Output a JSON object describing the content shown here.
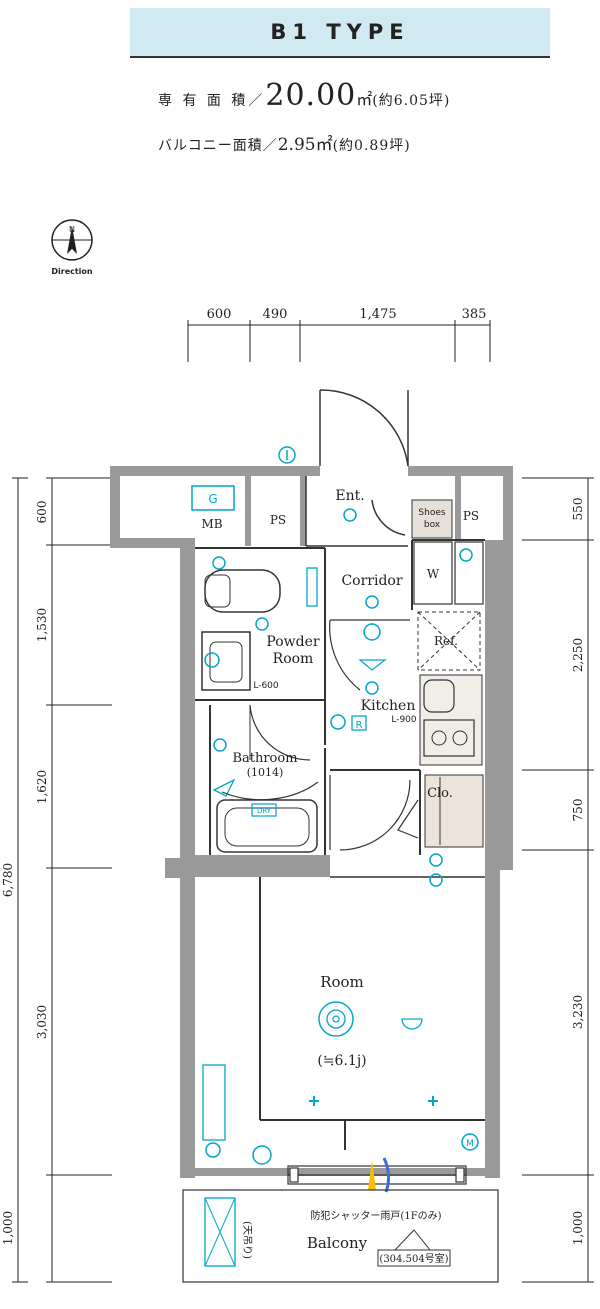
{
  "title": "B1 TYPE",
  "area": {
    "exclusive_label": "専 有 面 積／",
    "exclusive_value": "20.00",
    "exclusive_unit": "㎡",
    "exclusive_tsubo": "(約6.05坪)",
    "balcony_label": "バルコニー面積／",
    "balcony_value": "2.95㎡",
    "balcony_tsubo": "(約0.89坪)"
  },
  "compass": {
    "north": "N",
    "caption": "Direction"
  },
  "dims_top": [
    "600",
    "490",
    "1,475",
    "385"
  ],
  "dims_left": [
    "600",
    "1,530",
    "1,620",
    "3,030",
    "1,000"
  ],
  "dims_left_total": "6,780",
  "dims_right": [
    "550",
    "2,250",
    "750",
    "3,230",
    "1,000"
  ],
  "rooms": {
    "ent": "Ent.",
    "mb": "MB",
    "g": "G",
    "ps1": "PS",
    "ps2": "PS",
    "shoes_line1": "Shoes",
    "shoes_line2": "box",
    "corridor": "Corridor",
    "w": "W",
    "ref": "Ref.",
    "powder_line1": "Powder",
    "powder_line2": "Room",
    "l600": "L-600",
    "kitchen": "Kitchen",
    "l900": "L-900",
    "bathroom": "Bathroom",
    "bath_size": "(1014)",
    "dry": "DRY",
    "clo": "Clo.",
    "room": "Room",
    "room_size": "(≒6.1j)",
    "balcony": "Balcony",
    "shutter_note": "防犯シャッター雨戸(1Fのみ)",
    "hanging_note": "(天吊り)",
    "unit_note": "(304.504号室)",
    "r_mark": "R",
    "m_mark": "M"
  },
  "colors": {
    "accent": "#00a7c8",
    "title_bg": "#cfeaf0",
    "wall": "#9a9a9a",
    "closet": "#ece3da"
  }
}
